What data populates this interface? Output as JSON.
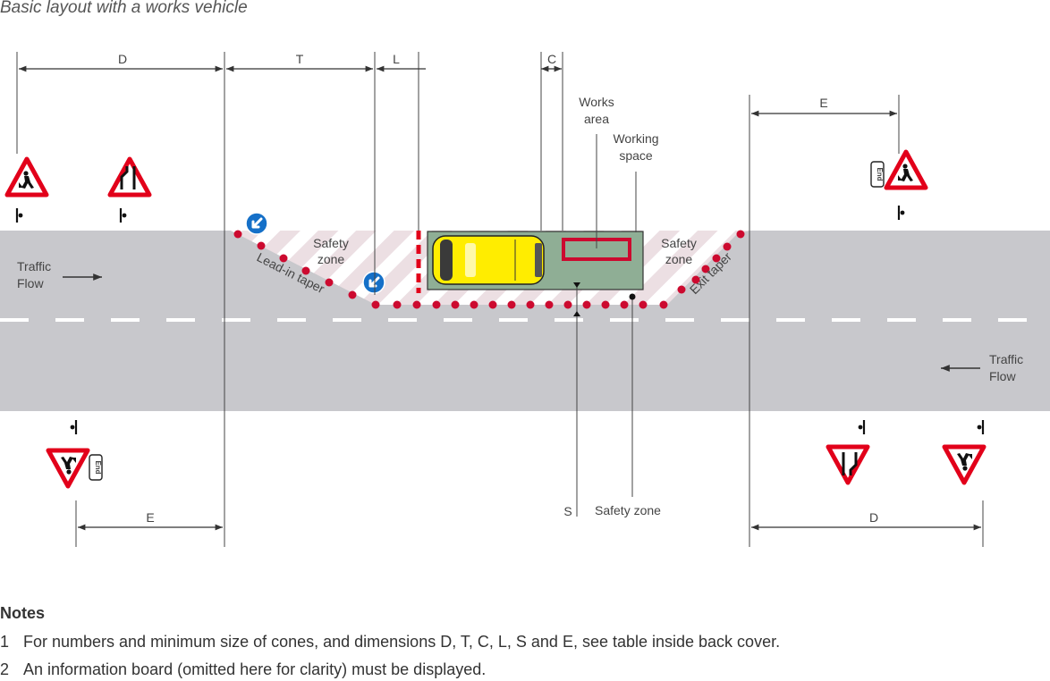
{
  "title": "Basic layout with a works vehicle",
  "dimensions": {
    "d_left": "D",
    "t": "T",
    "l": "L",
    "c": "C",
    "e_right": "E",
    "e_left": "E",
    "d_right": "D",
    "s": "S"
  },
  "labels": {
    "works_area": [
      "Works",
      "area"
    ],
    "working_space": [
      "Working",
      "space"
    ],
    "safety_zone_left": [
      "Safety",
      "zone"
    ],
    "safety_zone_right": [
      "Safety",
      "zone"
    ],
    "lead_in_taper": "Lead-in taper",
    "exit_taper": "Exit taper",
    "traffic_flow_top": [
      "Traffic",
      "Flow"
    ],
    "traffic_flow_bottom": [
      "Traffic",
      "Flow"
    ],
    "safety_zone_bottom": "Safety zone",
    "end_plate": "End"
  },
  "colors": {
    "road": "#c8c8cc",
    "sign_red": "#e2001a",
    "cone_red": "#cc0a2f",
    "works_box": "#8fae95",
    "vehicle_yellow": "#ffed00",
    "keep_left_blue": "#1570c8"
  },
  "icons": [
    "roadworks-sign-icon",
    "road-narrows-sign-icon",
    "keep-left-sign-icon",
    "traffic-cone-icon",
    "works-vehicle-icon",
    "arrow-right-icon",
    "arrow-left-icon"
  ],
  "notes": {
    "heading": "Notes",
    "items": [
      {
        "num": "1",
        "text": "For numbers and minimum size of cones, and dimensions D, T, C, L, S and E, see table inside back cover."
      },
      {
        "num": "2",
        "text": "An information board (omitted here for clarity) must be displayed."
      }
    ]
  }
}
